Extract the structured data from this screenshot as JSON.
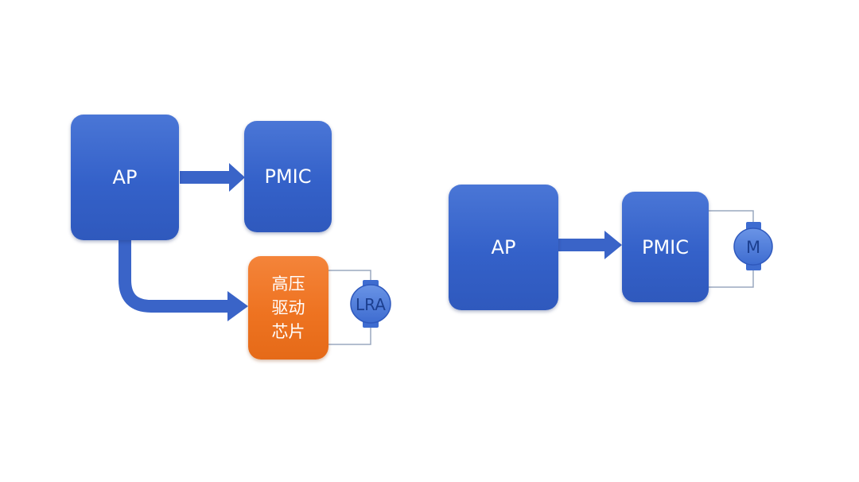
{
  "left_diagram": {
    "ap": {
      "label": "AP"
    },
    "pmic": {
      "label": "PMIC"
    },
    "driver": {
      "lines": [
        "高压",
        "驱动",
        "芯片"
      ]
    },
    "motor": {
      "label": "LRA"
    }
  },
  "right_diagram": {
    "ap": {
      "label": "AP"
    },
    "pmic": {
      "label": "PMIC"
    },
    "motor": {
      "label": "M"
    }
  },
  "colors": {
    "block_blue": "#3461c9",
    "block_orange": "#ee7321",
    "arrow_blue": "#3a64c8",
    "motor_fill": "#4f7fdc",
    "wire": "#9aa8bf"
  }
}
